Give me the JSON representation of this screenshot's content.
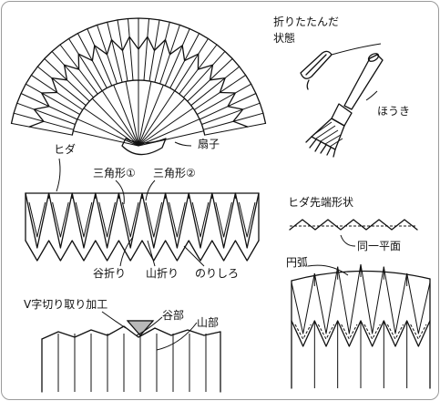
{
  "labels": {
    "folded_state": [
      "折りたたんだ",
      "状態"
    ],
    "brush": "ほうき",
    "fan": "扇子",
    "pleat": "ヒダ",
    "triangle1": "三角形①",
    "triangle2": "三角形②",
    "valley_fold": "谷折り",
    "mountain_fold": "山折り",
    "glue_margin": "のりしろ",
    "pleat_tip_shape": "ヒダ先端形状",
    "same_plane": "同一平面",
    "arc": "円弧",
    "v_cut": "V字切り取り加工",
    "valley_part": "谷部",
    "mountain_part": "山部"
  }
}
